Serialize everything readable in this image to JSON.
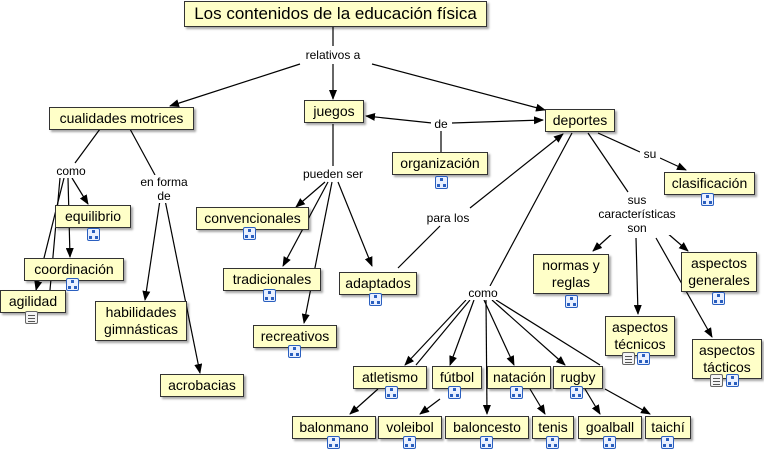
{
  "nodes": {
    "title": "Los contenidos de la educación física",
    "cualidades": "cualidades motrices",
    "juegos": "juegos",
    "deportes": "deportes",
    "organizacion": "organización",
    "clasificacion": "clasificación",
    "equilibrio": "equilibrio",
    "coordinacion": "coordinación",
    "agilidad": "agilidad",
    "habilidades": "habilidades gimnásticas",
    "acrobacias": "acrobacias",
    "convencionales": "convencionales",
    "tradicionales": "tradicionales",
    "recreativos": "recreativos",
    "adaptados": "adaptados",
    "normas": "normas y reglas",
    "aspectos_generales": "aspectos generales",
    "aspectos_tecnicos": "aspectos técnicos",
    "aspectos_tacticos": "aspectos tácticos",
    "atletismo": "atletismo",
    "futbol": "fútbol",
    "natacion": "natación",
    "rugby": "rugby",
    "balonmano": "balonmano",
    "voleibol": "voleibol",
    "baloncesto": "baloncesto",
    "tenis": "tenis",
    "goalball": "goalball",
    "taichi": "taichí"
  },
  "labels": {
    "relativos": "relativos a",
    "de": "de",
    "como1": "como",
    "en_forma_de": "en forma de",
    "pueden_ser": "pueden ser",
    "para_los": "para los",
    "su": "su",
    "sus_caracteristicas": "sus características son",
    "como2": "como"
  },
  "colors": {
    "node_fill": "#ffffc8",
    "node_border": "#333333",
    "link": "#000000",
    "icon": "#2a5fbf"
  },
  "icons": [
    "concept-map-icon",
    "document-icon"
  ]
}
